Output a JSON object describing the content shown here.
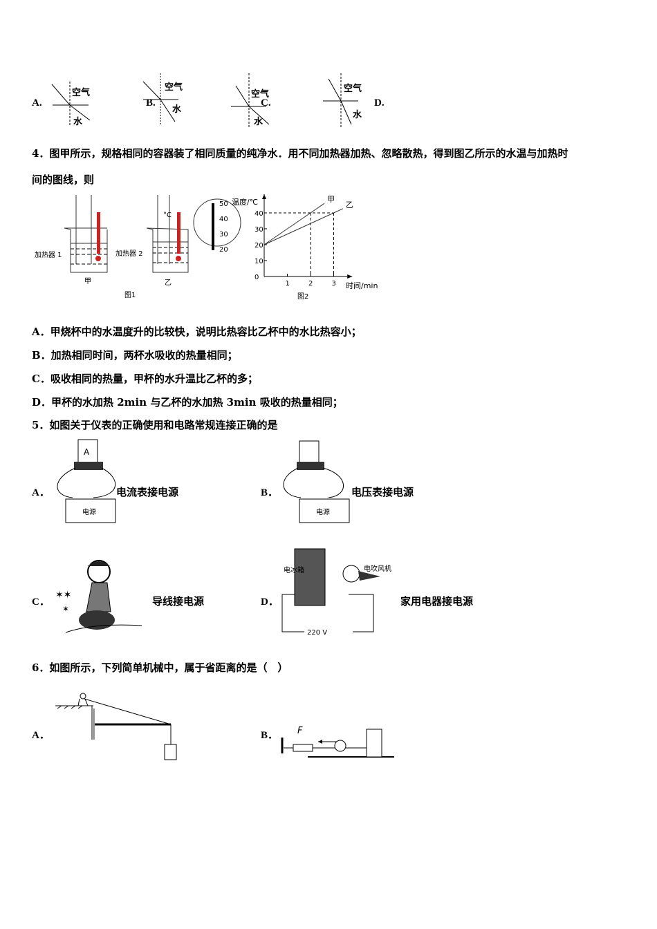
{
  "q3": {
    "options": [
      {
        "letter": "A.",
        "air": "空气",
        "water": "水"
      },
      {
        "letter": "B.",
        "air": "空气",
        "water": "水"
      },
      {
        "letter": "C.",
        "air": "空气",
        "water": "水"
      },
      {
        "letter": "D.",
        "air": "空气",
        "water": "水"
      }
    ]
  },
  "q4": {
    "stem_line1": "4．图甲所示，规格相同的容器装了相同质量的纯净水．用不同加热器加热、忽略散热，得到图乙所示的水温与加热时",
    "stem_line2": "间的图线，则",
    "fig1": {
      "heater1": "加热器 1",
      "heater2": "加热器 2",
      "beaker1": "甲",
      "beaker2": "乙",
      "caption": "图1",
      "unit_bubble": "°C",
      "scale": [
        "50",
        "40",
        "30",
        "20"
      ]
    },
    "fig2": {
      "caption": "图2"
    },
    "options": [
      "A．甲烧杯中的水温度升的比较快，说明比热容比乙杯中的水比热容小；",
      "B．加热相同时间，两杯水吸收的热量相同；",
      "C．吸收相同的热量，甲杯的水升温比乙杯的多；",
      "D．甲杯的水加热 2min 与乙杯的水加热 3min 吸收的热量相同；"
    ]
  },
  "chart_data": {
    "type": "line",
    "xlabel": "时间/min",
    "ylabel": "温度/℃",
    "x_ticks": [
      "1",
      "2",
      "3"
    ],
    "y_ticks": [
      "0",
      "10",
      "20",
      "30",
      "40"
    ],
    "xlim": [
      0,
      3.5
    ],
    "ylim": [
      0,
      50
    ],
    "grid": false,
    "series": [
      {
        "name": "甲",
        "x": [
          0,
          2,
          2.6
        ],
        "y": [
          20,
          40,
          46
        ]
      },
      {
        "name": "乙",
        "x": [
          0,
          3,
          3.4
        ],
        "y": [
          20,
          40,
          42.7
        ]
      }
    ]
  },
  "q5": {
    "stem": "5．如图关于仪表的正确使用和电路常规连接正确的是",
    "options": [
      {
        "letter": "A．",
        "label": "电流表接电源",
        "device": "电源",
        "meter": "A"
      },
      {
        "letter": "B．",
        "label": "电压表接电源",
        "device": "电源"
      },
      {
        "letter": "C．",
        "label": "导线接电源"
      },
      {
        "letter": "D．",
        "label": "家用电器接电源",
        "fridge": "电冰箱",
        "dryer": "电吹风机",
        "voltage": "220 V"
      }
    ]
  },
  "q6": {
    "stem": "6．如图所示，下列简单机械中，属于省距离的是（　）",
    "options": [
      {
        "letter": "A．"
      },
      {
        "letter": "B．",
        "force": "F"
      }
    ]
  }
}
